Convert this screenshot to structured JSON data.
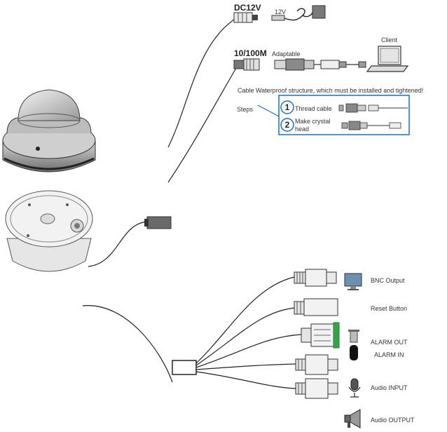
{
  "power": {
    "label": "DC12V",
    "voltage": "12V"
  },
  "network": {
    "label": "10/100M",
    "adaptable": "Adaptable",
    "client": "Client"
  },
  "waterproof": {
    "note": "Cable Waterproof structure, which must be installed and tightened!",
    "steps_label": "Steps",
    "steps": [
      {
        "number": "1",
        "text_lines": [
          "Thread cable"
        ]
      },
      {
        "number": "2",
        "text_lines": [
          "Make crystal",
          "head"
        ]
      }
    ]
  },
  "ports": {
    "bnc_output": "BNC Output",
    "reset_button": "Reset Button",
    "alarm_out": "ALARM OUT",
    "alarm_in": "ALARM IN",
    "audio_input": "Audio INPUT",
    "audio_output": "Audio OUTPUT"
  },
  "colors": {
    "frame": "#1f6fb8",
    "line": "#222222",
    "green": "#3aa14a"
  }
}
